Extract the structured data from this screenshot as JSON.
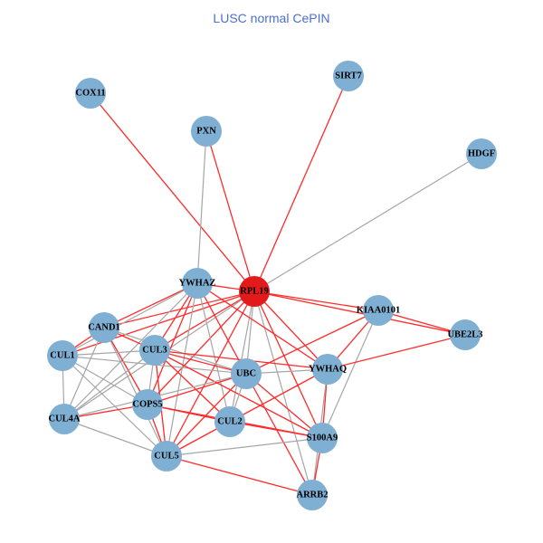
{
  "title": "LUSC normal CePIN",
  "colors": {
    "node": "#7fafd2",
    "hub": "#e31a1c",
    "edge_red": "#ff2a2a",
    "edge_gray": "#a6a6a6",
    "title": "#4a6fd6"
  },
  "nodes": [
    {
      "id": "COX11",
      "label": "COX11",
      "hub": false
    },
    {
      "id": "SIRT7",
      "label": "SIRT7",
      "hub": false
    },
    {
      "id": "PXN",
      "label": "PXN",
      "hub": false
    },
    {
      "id": "HDGF",
      "label": "HDGF",
      "hub": false
    },
    {
      "id": "YWHAZ",
      "label": "YWHAZ",
      "hub": false
    },
    {
      "id": "RPL19",
      "label": "RPL19",
      "hub": true
    },
    {
      "id": "KIAA0101",
      "label": "KIAA0101",
      "hub": false
    },
    {
      "id": "UBE2L3",
      "label": "UBE2L3",
      "hub": false
    },
    {
      "id": "CAND1",
      "label": "CAND1",
      "hub": false
    },
    {
      "id": "CUL1",
      "label": "CUL1",
      "hub": false
    },
    {
      "id": "CUL3",
      "label": "CUL3",
      "hub": false
    },
    {
      "id": "UBC",
      "label": "UBC",
      "hub": false
    },
    {
      "id": "YWHAQ",
      "label": "YWHAQ",
      "hub": false
    },
    {
      "id": "COPS5",
      "label": "COPS5",
      "hub": false
    },
    {
      "id": "CUL4A",
      "label": "CUL4A",
      "hub": false
    },
    {
      "id": "CUL2",
      "label": "CUL2",
      "hub": false
    },
    {
      "id": "S100A9",
      "label": "S100A9",
      "hub": false
    },
    {
      "id": "CUL5",
      "label": "CUL5",
      "hub": false
    },
    {
      "id": "ARRB2",
      "label": "ARRB2",
      "hub": false
    }
  ],
  "edges": [
    [
      "RPL19",
      "COX11",
      "red"
    ],
    [
      "RPL19",
      "SIRT7",
      "red"
    ],
    [
      "RPL19",
      "PXN",
      "red"
    ],
    [
      "RPL19",
      "HDGF",
      "gray"
    ],
    [
      "RPL19",
      "KIAA0101",
      "red"
    ],
    [
      "RPL19",
      "UBE2L3",
      "red"
    ],
    [
      "RPL19",
      "YWHAQ",
      "red"
    ],
    [
      "RPL19",
      "CUL3",
      "red"
    ],
    [
      "RPL19",
      "CAND1",
      "red"
    ],
    [
      "RPL19",
      "COPS5",
      "red"
    ],
    [
      "RPL19",
      "CUL5",
      "red"
    ],
    [
      "RPL19",
      "S100A9",
      "red"
    ],
    [
      "RPL19",
      "CUL1",
      "red"
    ],
    [
      "RPL19",
      "YWHAZ",
      "red"
    ],
    [
      "RPL19",
      "UBC",
      "gray"
    ],
    [
      "RPL19",
      "CUL2",
      "gray"
    ],
    [
      "RPL19",
      "ARRB2",
      "gray"
    ],
    [
      "RPL19",
      "CUL4A",
      "gray"
    ],
    [
      "PXN",
      "YWHAZ",
      "gray"
    ],
    [
      "YWHAZ",
      "CAND1",
      "red"
    ],
    [
      "YWHAZ",
      "CUL3",
      "red"
    ],
    [
      "YWHAZ",
      "COPS5",
      "red"
    ],
    [
      "YWHAZ",
      "UBC",
      "red"
    ],
    [
      "YWHAZ",
      "YWHAQ",
      "red"
    ],
    [
      "YWHAZ",
      "CUL1",
      "gray"
    ],
    [
      "YWHAZ",
      "CUL2",
      "gray"
    ],
    [
      "YWHAZ",
      "CUL5",
      "gray"
    ],
    [
      "YWHAZ",
      "CUL4A",
      "gray"
    ],
    [
      "CAND1",
      "CUL1",
      "red"
    ],
    [
      "CAND1",
      "CUL3",
      "red"
    ],
    [
      "CAND1",
      "COPS5",
      "red"
    ],
    [
      "CAND1",
      "UBC",
      "gray"
    ],
    [
      "CAND1",
      "CUL4A",
      "gray"
    ],
    [
      "CAND1",
      "CUL5",
      "gray"
    ],
    [
      "CUL1",
      "CUL3",
      "gray"
    ],
    [
      "CUL1",
      "CUL4A",
      "gray"
    ],
    [
      "CUL1",
      "COPS5",
      "gray"
    ],
    [
      "CUL1",
      "CUL5",
      "gray"
    ],
    [
      "CUL1",
      "UBC",
      "gray"
    ],
    [
      "CUL3",
      "UBC",
      "red"
    ],
    [
      "CUL3",
      "CUL2",
      "red"
    ],
    [
      "CUL3",
      "CUL5",
      "red"
    ],
    [
      "CUL3",
      "S100A9",
      "red"
    ],
    [
      "CUL3",
      "COPS5",
      "gray"
    ],
    [
      "CUL3",
      "CUL4A",
      "gray"
    ],
    [
      "CUL3",
      "YWHAQ",
      "red"
    ],
    [
      "COPS5",
      "CUL4A",
      "red"
    ],
    [
      "COPS5",
      "CUL5",
      "red"
    ],
    [
      "COPS5",
      "S100A9",
      "red"
    ],
    [
      "COPS5",
      "UBC",
      "red"
    ],
    [
      "COPS5",
      "CUL2",
      "red"
    ],
    [
      "CUL4A",
      "CUL5",
      "gray"
    ],
    [
      "CUL4A",
      "UBC",
      "gray"
    ],
    [
      "UBC",
      "KIAA0101",
      "red"
    ],
    [
      "UBC",
      "YWHAQ",
      "gray"
    ],
    [
      "UBC",
      "S100A9",
      "red"
    ],
    [
      "UBC",
      "ARRB2",
      "red"
    ],
    [
      "UBC",
      "CUL5",
      "red"
    ],
    [
      "UBC",
      "CUL2",
      "gray"
    ],
    [
      "KIAA0101",
      "UBE2L3",
      "red"
    ],
    [
      "KIAA0101",
      "YWHAQ",
      "red"
    ],
    [
      "KIAA0101",
      "S100A9",
      "gray"
    ],
    [
      "YWHAQ",
      "UBE2L3",
      "red"
    ],
    [
      "YWHAQ",
      "S100A9",
      "red"
    ],
    [
      "YWHAQ",
      "CUL2",
      "red"
    ],
    [
      "YWHAQ",
      "ARRB2",
      "gray"
    ],
    [
      "CUL2",
      "CUL5",
      "red"
    ],
    [
      "CUL2",
      "S100A9",
      "red"
    ],
    [
      "CUL5",
      "ARRB2",
      "red"
    ],
    [
      "CUL5",
      "S100A9",
      "gray"
    ],
    [
      "S100A9",
      "ARRB2",
      "red"
    ]
  ]
}
